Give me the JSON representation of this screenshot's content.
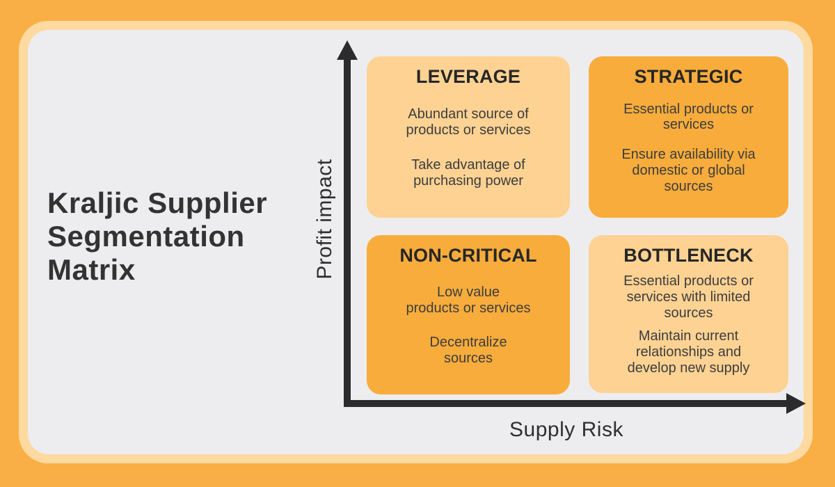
{
  "title": "Kraljic Supplier\nSegmentation\nMatrix",
  "axes": {
    "y_label": "Profit impact",
    "x_label": "Supply Risk"
  },
  "quadrants": [
    {
      "label": "LEVERAGE",
      "tone": "light",
      "desc1": "Abundant source of\nproducts or services",
      "desc2": "Take advantage of\npurchasing power"
    },
    {
      "label": "STRATEGIC",
      "tone": "dark",
      "desc1": "Essential products or\nservices",
      "desc2": "Ensure availability via\ndomestic or global\nsources"
    },
    {
      "label": "NON-CRITICAL",
      "tone": "dark",
      "desc1": "Low value\nproducts or services",
      "desc2": "Decentralize\nsources"
    },
    {
      "label": "BOTTLENECK",
      "tone": "light",
      "desc1": "Essential products or\nservices with limited\nsources",
      "desc2": "Maintain current\nrelationships and\ndevelop new supply"
    }
  ],
  "colors": {
    "background_orange": "#F9AF45",
    "frame_cream": "#FED9A0",
    "panel_gray": "#EDEDEF",
    "quadrant_light": "#FDD293",
    "quadrant_dark": "#F8AC3C",
    "axis_dark": "#2B2B2D",
    "text_dark": "#333333"
  }
}
